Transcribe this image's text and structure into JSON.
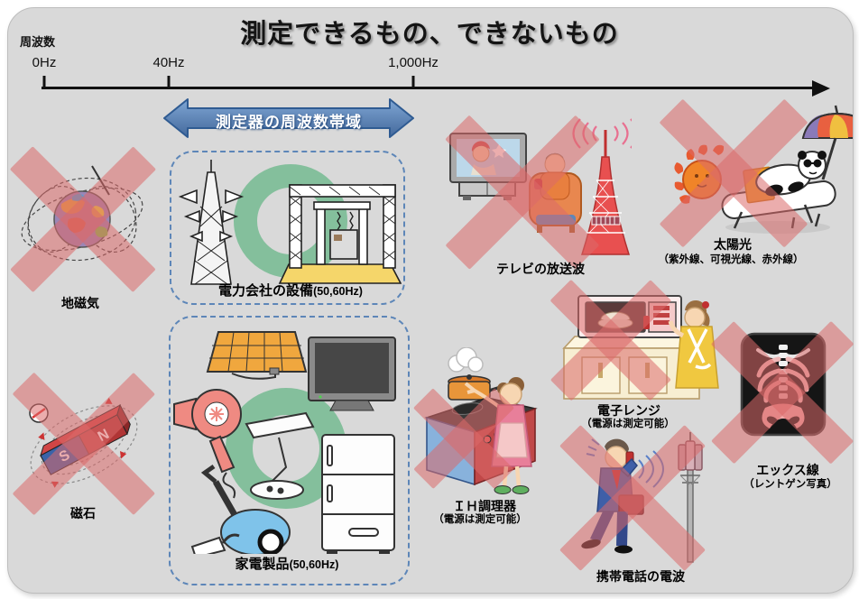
{
  "title": "測定できるもの、できないもの",
  "axis": {
    "label": "周波数",
    "ticks": [
      {
        "label": "0Hz"
      },
      {
        "label": "40Hz"
      },
      {
        "label": "1,000Hz"
      }
    ]
  },
  "band_arrow": {
    "label": "測定器の周波数帯域"
  },
  "items": {
    "geomagnetism": {
      "label": "地磁気",
      "measurable": false
    },
    "magnet": {
      "label": "磁石",
      "pole_n": "N",
      "pole_s": "S",
      "measurable": false
    },
    "power": {
      "label": "電力会社の設備",
      "suffix": "(50,60Hz)",
      "measurable": true
    },
    "appliances": {
      "label": "家電製品",
      "suffix": "(50,60Hz)",
      "measurable": true
    },
    "tv_broadcast": {
      "label": "テレビの放送波",
      "measurable": false
    },
    "sunlight": {
      "label": "太陽光",
      "sublabel": "（紫外線、可視光線、赤外線）",
      "measurable": false
    },
    "microwave": {
      "label": "電子レンジ",
      "sublabel": "（電源は測定可能）",
      "measurable": false
    },
    "ih_cooker": {
      "label": "ＩＨ調理器",
      "sublabel": "（電源は測定可能）",
      "measurable": false
    },
    "mobile_phone": {
      "label": "携帯電話の電波",
      "measurable": false
    },
    "xray": {
      "label": "エックス線",
      "sublabel": "（レントゲン写真）",
      "measurable": false
    }
  },
  "colors": {
    "background": "#d9d9d9",
    "cross_mark": "#db6a6a",
    "measurable_circle": "#3ea969",
    "band_arrow": "#4f81bd",
    "dashed_box": "#5d86b8"
  }
}
